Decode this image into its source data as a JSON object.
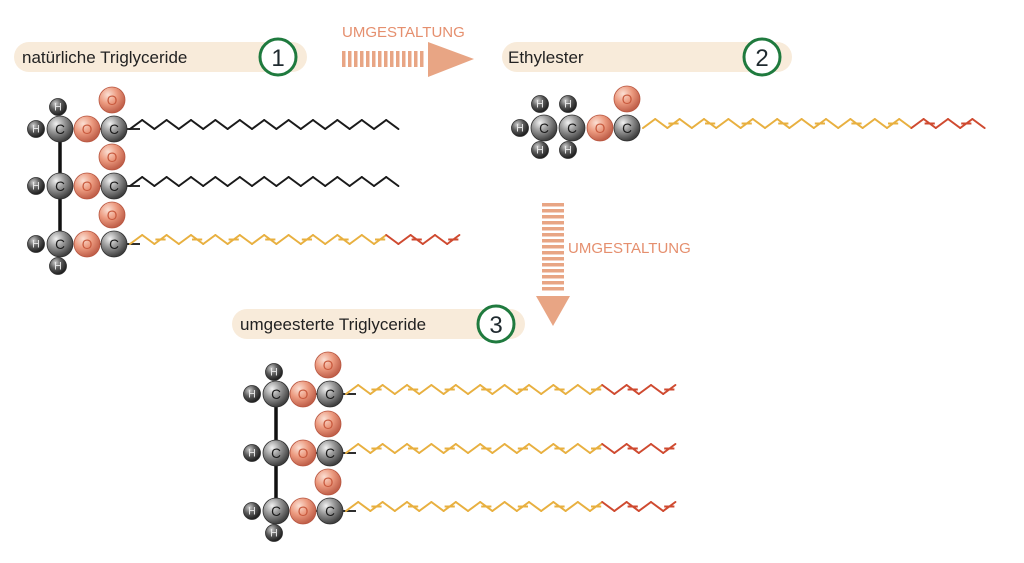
{
  "title": "",
  "colors": {
    "pill": "#f8ebda",
    "step_ring": "#1f7a3e",
    "arrow": "#e8a584",
    "arrow_label": "#e58f6e",
    "carbon": "#7a7a7a",
    "hydrogen": "#4a4a4a",
    "oxygen": "#e89a82",
    "saturated_chain": "#1a1a1a",
    "unsaturated_chain": "#e8b040",
    "omega_end": "#cf4a30"
  },
  "steps": [
    {
      "number": "1",
      "label": "natürliche Triglyceride"
    },
    {
      "number": "2",
      "label": "Ethylester"
    },
    {
      "number": "3",
      "label": "umgeesterte Triglyceride"
    }
  ],
  "arrows": [
    {
      "label": "UMGESTALTUNG",
      "direction": "right"
    },
    {
      "label": "UMGESTALTUNG",
      "direction": "down"
    }
  ],
  "atoms": {
    "carbon": "C",
    "oxygen": "O",
    "hydrogen": "H"
  }
}
